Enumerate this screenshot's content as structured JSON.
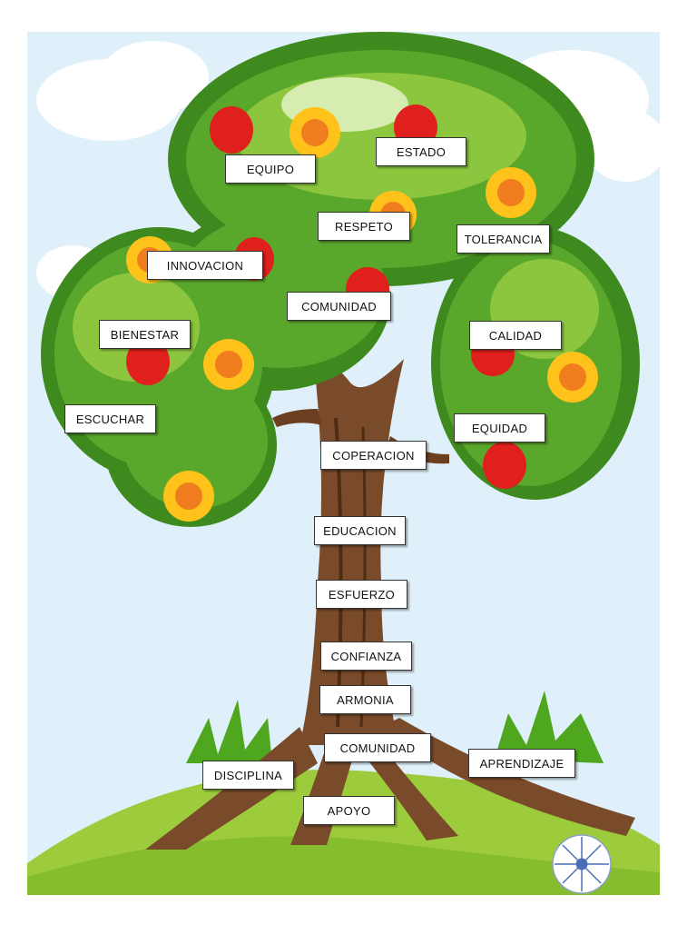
{
  "colors": {
    "sky": "#dff0fa",
    "cloud": "#ffffff",
    "leaf_dark": "#3f8a1f",
    "leaf_mid": "#5aa82b",
    "leaf_light": "#8cc63f",
    "trunk": "#7a4b2a",
    "trunk_dark": "#4e2c14",
    "grass": "#9ccc3c",
    "grass_dark": "#6aa523",
    "apple": "#e0201c",
    "flower_petal": "#ffc21a",
    "flower_center": "#f07d1e"
  },
  "labels": {
    "equipo": "EQUIPO",
    "estado": "ESTADO",
    "respeto": "RESPETO",
    "tolerancia": "TOLERANCIA",
    "innovacion": "INNOVACION",
    "comunidad_top": "COMUNIDAD",
    "bienestar": "BIENESTAR",
    "calidad": "CALIDAD",
    "escuchar": "ESCUCHAR",
    "equidad": "EQUIDAD",
    "coperacion": "COPERACION",
    "educacion": "EDUCACION",
    "esfuerzo": "ESFUERZO",
    "confianza": "CONFIANZA",
    "armonia": "ARMONIA",
    "comunidad_bottom": "COMUNIDAD",
    "aprendizaje": "APRENDIZAJE",
    "disciplina": "DISCIPLINA",
    "apoyo": "APOYO"
  }
}
